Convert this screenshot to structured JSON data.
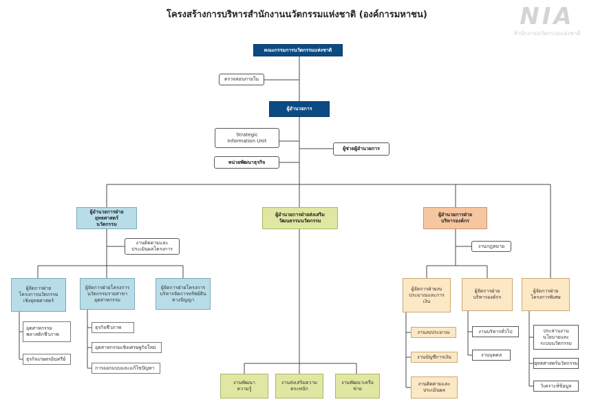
{
  "title": "โครงสร้างการบริหารสำนักงานนวัตกรรมแห่งชาติ (องค์การมหาชน)",
  "logo": {
    "word": "NIA",
    "tagline": "สำนักงานนวัตกรรมแห่งชาติ"
  },
  "colors": {
    "navy": "#0c4a83",
    "blue": "#b8dde8",
    "green": "#dfe7a3",
    "peach": "#f6c6a0",
    "cream": "#fde8c5"
  },
  "top": {
    "board": "คณะกรรมการนวัตกรรมแห่งชาติ",
    "auditor": "ตรวจสอบภายใน",
    "director": "ผู้อำนวยการ",
    "strategic": "Strategic Information Unit",
    "bizdev": "หน่วยพัฒนาธุรกิจ",
    "assistant": "ผู้ช่วยผู้อำนวยการ"
  },
  "divisions": {
    "left": {
      "head": "ผู้อำนวยการฝ่ายยุทธศาสตร์นวัตกรรม",
      "unit": "งานติดตามและประเมินผลโครงการ",
      "depts": [
        "ผู้จัดการฝ่ายโครงการนวัตกรรมเชิงยุทธศาสตร์",
        "ผู้จัดการฝ่ายโครงการนวัตกรรมรายสาขาอุตสาหกรรม",
        "ผู้จัดการฝ่ายโครงการบริหารจัดการทรัพย์สินทางปัญญา"
      ],
      "subs1": [
        "อุตสาหกรรมพลาสติกชีวภาพ",
        "ธุรกิจเกษตรอินทรีย์"
      ],
      "subs2": [
        "ธุรกิจชีวภาพ",
        "อุตสาหกรรมเชิงเศรษฐกิจใหม่",
        "การออกแบบและแก้ไขปัญหา"
      ]
    },
    "middle": {
      "head": "ผู้อำนวยการฝ่ายส่งเสริมวัฒนธรรมนวัตกรรม",
      "units": [
        "งานพัฒนาความรู้",
        "งานส่งเสริมความตระหนัก",
        "งานพัฒนาเครือข่าย"
      ]
    },
    "right": {
      "head": "ผู้อำนวยการฝ่ายบริหารองค์กร",
      "unit": "งานกฎหมาย",
      "depts": [
        "ผู้จัดการฝ่ายงบประมาณและการเงิน",
        "ผู้จัดการฝ่ายบริหารองค์กร",
        "ผู้จัดการฝ่ายโครงการพิเศษ"
      ],
      "subs1": [
        "งานงบประมาณ",
        "งานบัญชีการเงิน",
        "งานติดตามและประเมินผล"
      ],
      "subs2": [
        "งานบริหารทั่วไป",
        "งานบุคคล"
      ],
      "subs3": [
        "ประสานงานนโยบายและระบบนวัตกรรม",
        "ยุทธศาสตร์นวัตกรรม",
        "วิเคราะห์ข้อมูล"
      ]
    }
  }
}
